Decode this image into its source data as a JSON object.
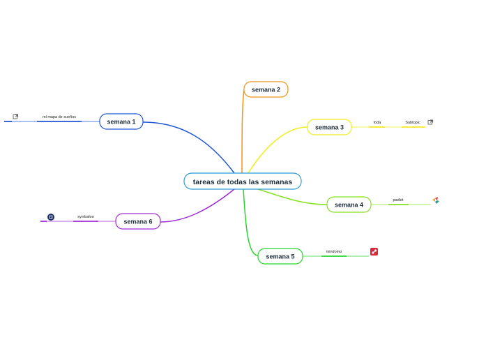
{
  "central": {
    "label": "tareas de todas las semanas",
    "color": "#2d9bd6"
  },
  "branches": [
    {
      "id": "semana1",
      "label": "semana 1",
      "color": "#1f56d6",
      "children": [
        {
          "label": "mi mapa de sueños",
          "icon": "external-link-icon"
        }
      ]
    },
    {
      "id": "semana2",
      "label": "semana 2",
      "color": "#f0931a",
      "children": []
    },
    {
      "id": "semana3",
      "label": "semana 3",
      "color": "#f1ec1d",
      "children": [
        {
          "label": "foda"
        },
        {
          "label": "Subtopic",
          "icon": "external-link-icon"
        }
      ]
    },
    {
      "id": "semana4",
      "label": "semana 4",
      "color": "#86e11f",
      "children": [
        {
          "label": "padlet",
          "icon": "padlet-logo-icon"
        }
      ]
    },
    {
      "id": "semana5",
      "label": "semana  5",
      "color": "#26d62b",
      "children": [
        {
          "label": "mindomo",
          "icon": "mindomo-logo-icon"
        }
      ]
    },
    {
      "id": "semana6",
      "label": "semana 6",
      "color": "#a02bd6",
      "children": [
        {
          "label": "symbaloo",
          "icon": "symbaloo-logo-icon"
        }
      ]
    }
  ]
}
